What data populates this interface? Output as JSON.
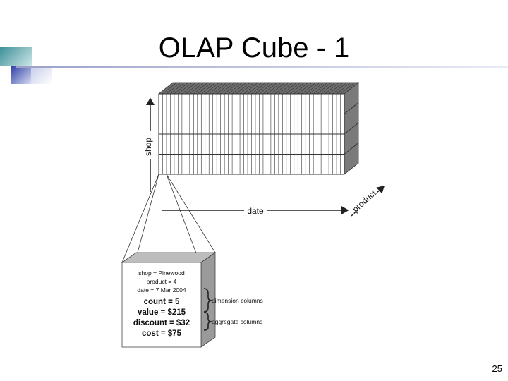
{
  "slide": {
    "title": "OLAP Cube - 1",
    "page_number": "25"
  },
  "cube": {
    "axis_labels": {
      "vertical": "shop",
      "horizontal": "date",
      "depth": "product"
    },
    "cell_lines": [
      "shop = Pinewood",
      "product = 4",
      "date = 7 Mar 2004",
      "count = 5",
      "value = $215",
      "discount = $32",
      "cost = $75"
    ],
    "brace_labels": [
      "dimension columns",
      "aggregate columns"
    ]
  },
  "colors": {
    "accent_teal": "#4a9aa0",
    "accent_blue": "#3b4fb0",
    "cube_side": "#7a7a7a",
    "cube_top": "#6e6e6e",
    "cell_side": "#9a9a9a",
    "cell_top": "#bdbdbd"
  }
}
